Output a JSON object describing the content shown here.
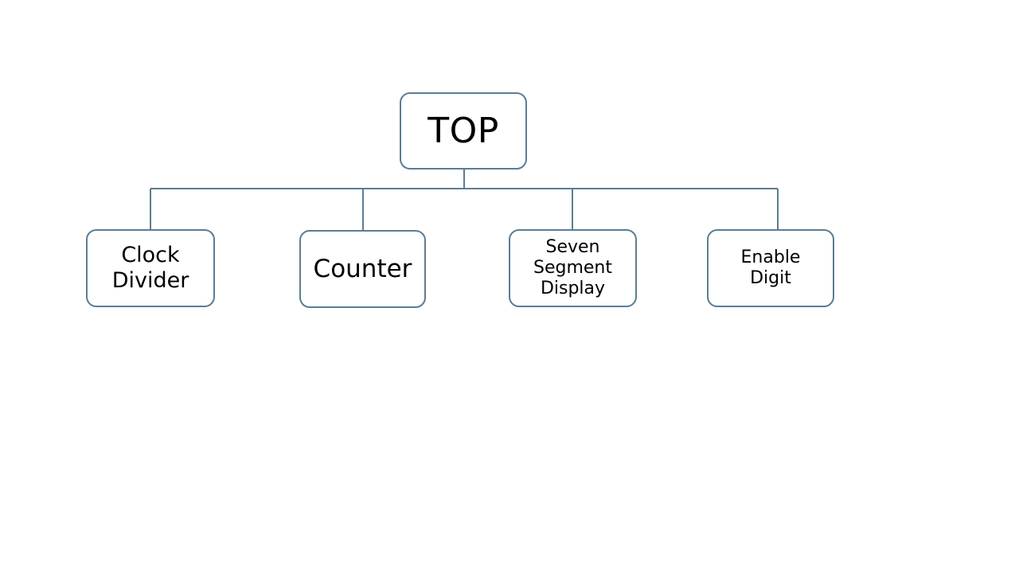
{
  "diagram": {
    "type": "hierarchy-block-diagram",
    "background_color": "#ffffff",
    "line_color": "#5b7d94",
    "box_fill_color": "#ffffff",
    "text_color": "#000000",
    "root": {
      "id": "top",
      "label": "TOP"
    },
    "children": [
      {
        "id": "clock-divider",
        "label": "Clock\nDivider",
        "lines": [
          "Clock",
          "Divider"
        ]
      },
      {
        "id": "counter",
        "label": "Counter",
        "lines": [
          "Counter"
        ]
      },
      {
        "id": "seven-segment-display",
        "label": "Seven\nSegment\nDisplay",
        "lines": [
          "Seven",
          "Segment",
          "Display"
        ]
      },
      {
        "id": "enable-digit",
        "label": "Enable\nDigit",
        "lines": [
          "Enable",
          "Digit"
        ]
      }
    ],
    "connections": [
      {
        "from": "top",
        "to": "clock-divider"
      },
      {
        "from": "top",
        "to": "counter"
      },
      {
        "from": "top",
        "to": "seven-segment-display"
      },
      {
        "from": "top",
        "to": "enable-digit"
      }
    ]
  }
}
